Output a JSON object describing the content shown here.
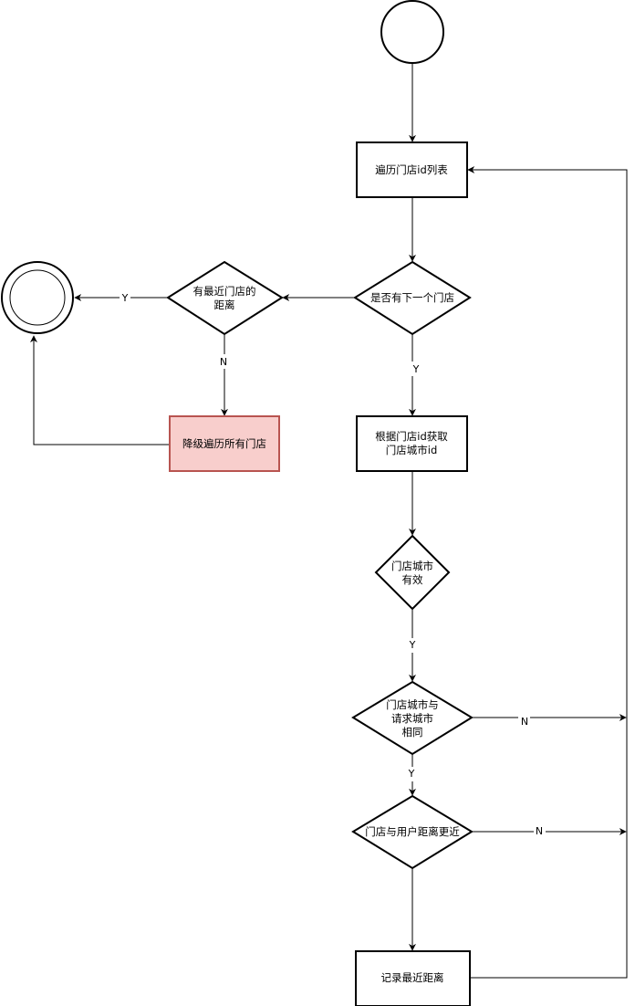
{
  "diagram": {
    "nodes": {
      "iterate_store_ids": "遍历门店id列表",
      "has_next_store": "是否有下一个门店",
      "has_nearest_distance": [
        "有最近门店的",
        "距离"
      ],
      "fallback_iterate_all": "降级遍历所有门店",
      "get_store_city": [
        "根据门店id获取",
        "门店城市id"
      ],
      "store_city_valid": [
        "门店城市",
        "有效"
      ],
      "same_city_as_request": [
        "门店城市与",
        "请求城市",
        "相同"
      ],
      "closer_to_user": "门店与用户距离更近",
      "record_nearest": "记录最近距离"
    },
    "edge_labels": {
      "yes": "Y",
      "no": "N"
    },
    "colors": {
      "stroke": "#000000",
      "highlight_fill": "#f8cecc",
      "highlight_stroke": "#b85450"
    }
  }
}
